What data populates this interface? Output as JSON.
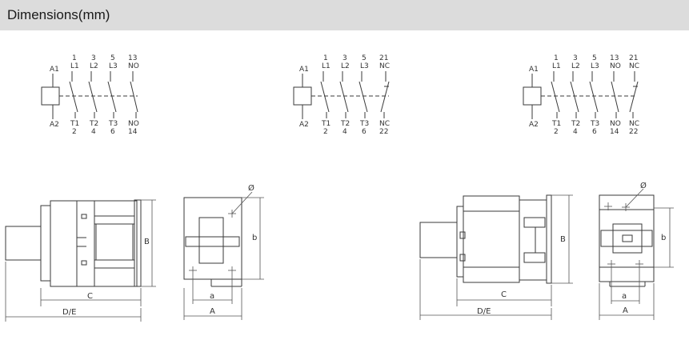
{
  "header": {
    "title": "Dimensions(mm)"
  },
  "schematic1": {
    "coil_top": "A1",
    "coil_bottom": "A2",
    "poles": [
      {
        "num_top": "1",
        "label_top": "L1",
        "label_bottom": "T1",
        "num_bottom": "2"
      },
      {
        "num_top": "3",
        "label_top": "L2",
        "label_bottom": "T2",
        "num_bottom": "4"
      },
      {
        "num_top": "5",
        "label_top": "L3",
        "label_bottom": "T3",
        "num_bottom": "6"
      },
      {
        "num_top": "13",
        "label_top": "NO",
        "label_bottom": "NO",
        "num_bottom": "14"
      }
    ]
  },
  "schematic2": {
    "coil_top": "A1",
    "coil_bottom": "A2",
    "poles": [
      {
        "num_top": "1",
        "label_top": "L1",
        "label_bottom": "T1",
        "num_bottom": "2"
      },
      {
        "num_top": "3",
        "label_top": "L2",
        "label_bottom": "T2",
        "num_bottom": "4"
      },
      {
        "num_top": "5",
        "label_top": "L3",
        "label_bottom": "T3",
        "num_bottom": "6"
      },
      {
        "num_top": "21",
        "label_top": "NC",
        "label_bottom": "NC",
        "num_bottom": "22"
      }
    ]
  },
  "schematic3": {
    "coil_top": "A1",
    "coil_bottom": "A2",
    "poles": [
      {
        "num_top": "1",
        "label_top": "L1",
        "label_bottom": "T1",
        "num_bottom": "2"
      },
      {
        "num_top": "3",
        "label_top": "L2",
        "label_bottom": "T2",
        "num_bottom": "4"
      },
      {
        "num_top": "5",
        "label_top": "L3",
        "label_bottom": "T3",
        "num_bottom": "6"
      },
      {
        "num_top": "13",
        "label_top": "NO",
        "label_bottom": "NO",
        "num_bottom": "14"
      },
      {
        "num_top": "21",
        "label_top": "NC",
        "label_bottom": "NC",
        "num_bottom": "22"
      }
    ]
  },
  "dims_left": {
    "side_height": "B",
    "side_width": "C",
    "side_total": "D/E",
    "front_height": "b",
    "front_hole_spacing": "a",
    "front_width": "A",
    "hole": "Ø"
  },
  "dims_right": {
    "side_height": "B",
    "side_width": "C",
    "side_total": "D/E",
    "front_height": "b",
    "front_hole_spacing": "a",
    "front_width": "A",
    "hole": "Ø"
  }
}
